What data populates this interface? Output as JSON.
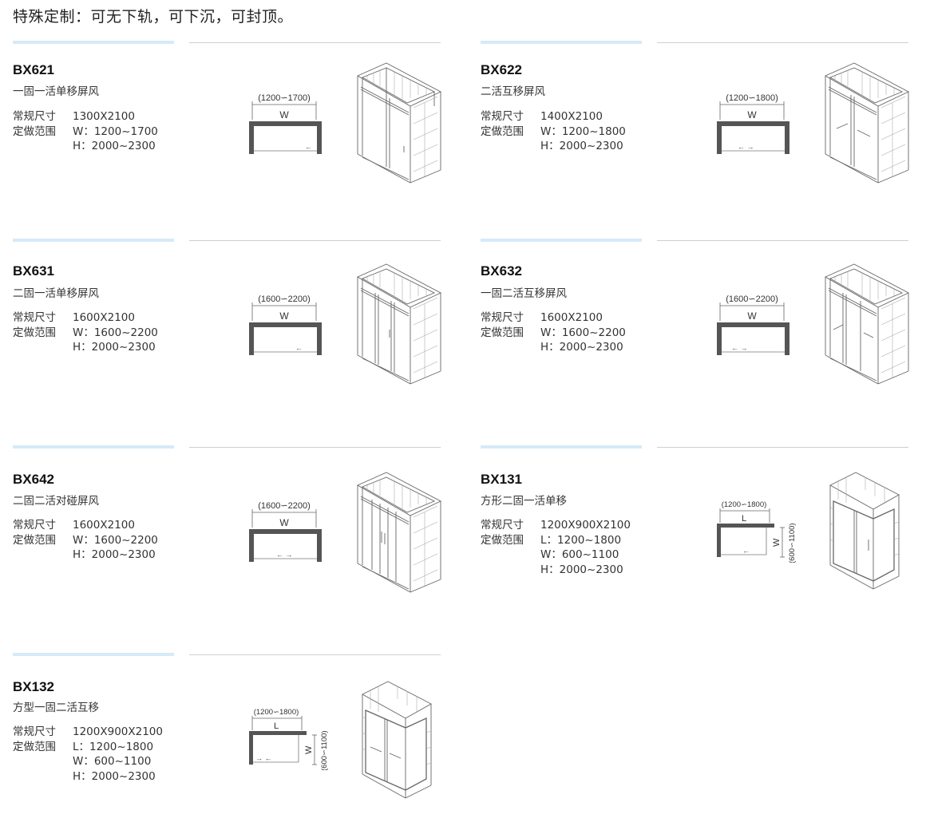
{
  "header": {
    "title": "特殊定制：可无下轨，可下沉，可封顶。"
  },
  "products": [
    {
      "code": "BX621",
      "desc": "一固一活单移屏风",
      "std_label": "常规尺寸",
      "std": "1300X2100",
      "custom_label": "定做范围",
      "ranges": [
        "W：1200~1700",
        "H：2000~2300"
      ],
      "plan_range": "(1200∽1700)",
      "plan_w": "W"
    },
    {
      "code": "BX622",
      "desc": "二活互移屏风",
      "std_label": "常规尺寸",
      "std": "1400X2100",
      "custom_label": "定做范围",
      "ranges": [
        "W：1200~1800",
        "H：2000~2300"
      ],
      "plan_range": "(1200∽1800)",
      "plan_w": "W"
    },
    {
      "code": "BX631",
      "desc": "二固一活单移屏风",
      "std_label": "常规尺寸",
      "std": "1600X2100",
      "custom_label": "定做范围",
      "ranges": [
        "W：1600~2200",
        "H：2000~2300"
      ],
      "plan_range": "(1600∽2200)",
      "plan_w": "W"
    },
    {
      "code": "BX632",
      "desc": "一固二活互移屏风",
      "std_label": "常规尺寸",
      "std": "1600X2100",
      "custom_label": "定做范围",
      "ranges": [
        "W：1600~2200",
        "H：2000~2300"
      ],
      "plan_range": "(1600∽2200)",
      "plan_w": "W"
    },
    {
      "code": "BX642",
      "desc": "二固二活对碰屏风",
      "std_label": "常规尺寸",
      "std": "1600X2100",
      "custom_label": "定做范围",
      "ranges": [
        "W：1600~2200",
        "H：2000~2300"
      ],
      "plan_range": "(1600∽2200)",
      "plan_w": "W"
    },
    {
      "code": "BX131",
      "desc": "方形二固一活单移",
      "std_label": "常规尺寸",
      "std": "1200X900X2100",
      "custom_label": "定做范围",
      "ranges": [
        "L：1200~1800",
        "W：600~1100",
        "H：2000~2300"
      ],
      "plan_range": "(1200∽1800)",
      "plan_l": "L",
      "plan_w": "W",
      "plan_side": "(600∽1100)"
    },
    {
      "code": "BX132",
      "desc": "方型一固二活互移",
      "std_label": "常规尺寸",
      "std": "1200X900X2100",
      "custom_label": "定做范围",
      "ranges": [
        "L：1200~1800",
        "W：600~1100",
        "H：2000~2300"
      ],
      "plan_range": "(1200∽1800)",
      "plan_l": "L",
      "plan_w": "W",
      "plan_side": "(600∽1100)"
    }
  ],
  "colors": {
    "accent": "#d6eaf8",
    "wall": "#555555",
    "line": "#888888"
  }
}
